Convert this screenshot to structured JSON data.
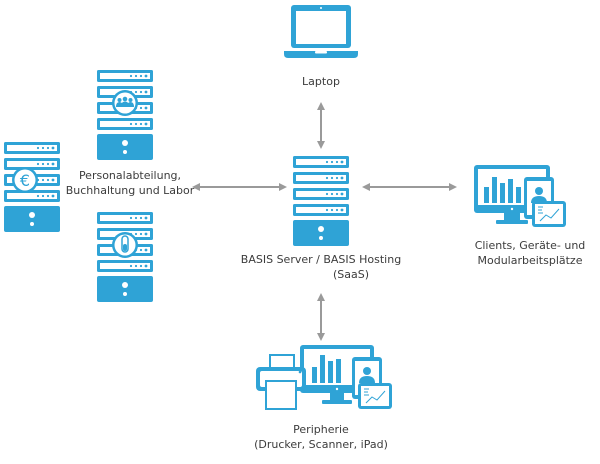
{
  "colors": {
    "icon_blue": "#2fa3d6",
    "arrow_gray": "#9a9a9a",
    "text": "#3c3c3c",
    "background": "#ffffff"
  },
  "nodes": {
    "laptop": {
      "label": "Laptop",
      "icon": "laptop-icon"
    },
    "departments": {
      "label_line1": "Personalabteilung,",
      "label_line2": "Buchhaltung und Labor",
      "servers": [
        {
          "icon": "server-icon",
          "badge": "people-icon"
        },
        {
          "icon": "server-icon",
          "badge": "euro-icon"
        },
        {
          "icon": "server-icon",
          "badge": "test-tube-icon"
        }
      ]
    },
    "central_server": {
      "label_line1": "BASIS Server / BASIS Hosting",
      "label_line2": "(SaaS)",
      "icon": "server-icon"
    },
    "clients": {
      "label_line1": "Clients, Geräte- und",
      "label_line2": "Modularbeitsplätze",
      "icon": "devices-icon"
    },
    "peripherals": {
      "label_line1": "Peripherie",
      "label_line2": "(Drucker, Scanner, iPad)",
      "icon": "printer-devices-icon"
    }
  },
  "connections": [
    {
      "from": "central_server",
      "to": "laptop",
      "type": "bidirectional"
    },
    {
      "from": "central_server",
      "to": "departments",
      "type": "bidirectional"
    },
    {
      "from": "central_server",
      "to": "clients",
      "type": "bidirectional"
    },
    {
      "from": "central_server",
      "to": "peripherals",
      "type": "bidirectional"
    }
  ]
}
